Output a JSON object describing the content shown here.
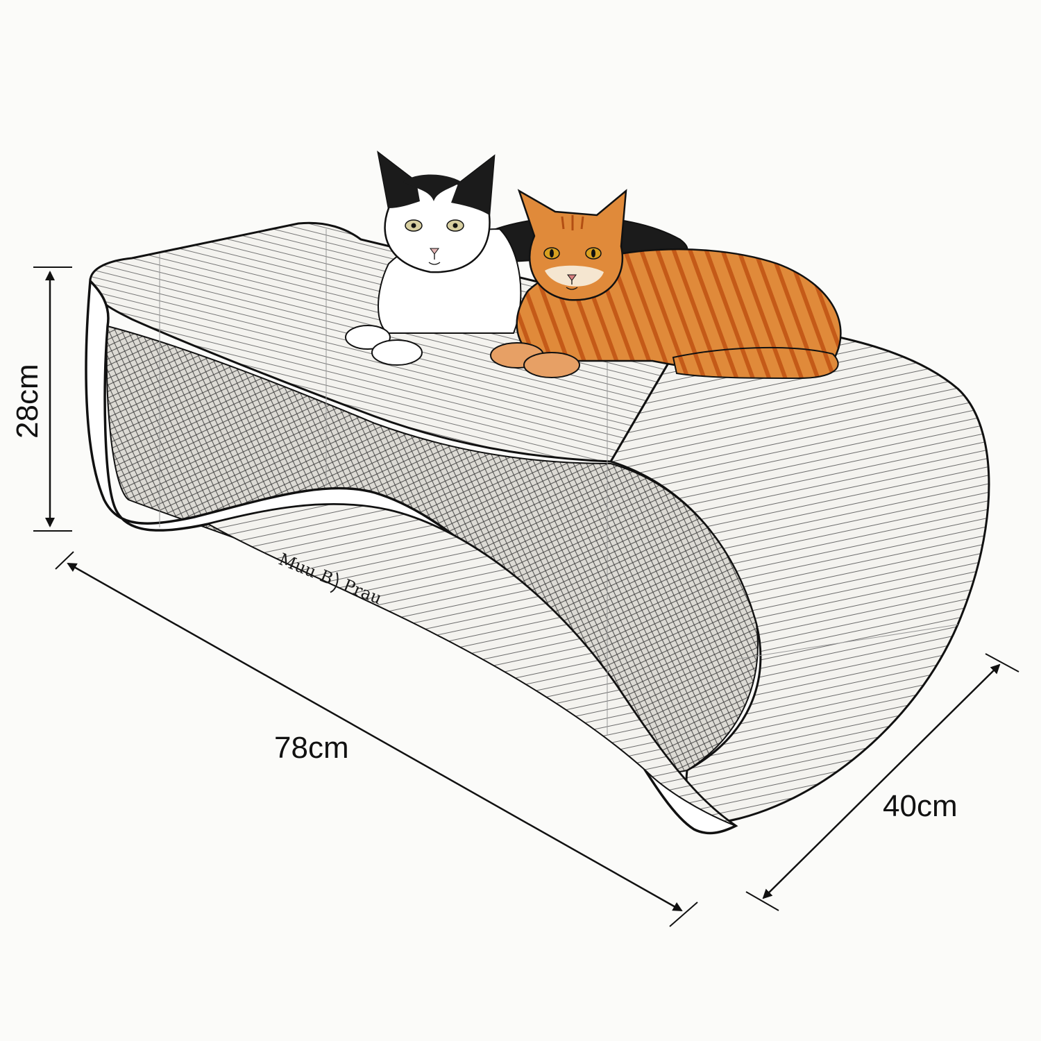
{
  "dimensions": {
    "height": "28cm",
    "length": "78cm",
    "depth": "40cm"
  },
  "brand": {
    "left": "Muu",
    "mark": "B",
    "right": "Prau"
  },
  "colors": {
    "background": "#fbfbf9",
    "line": "#111111",
    "board_fill": "#f4f3ef",
    "tabby_orange": "#e08a3a",
    "tabby_stripe": "#c45a18",
    "black_cat": "#1b1b1b",
    "white_fur": "#ffffff"
  }
}
